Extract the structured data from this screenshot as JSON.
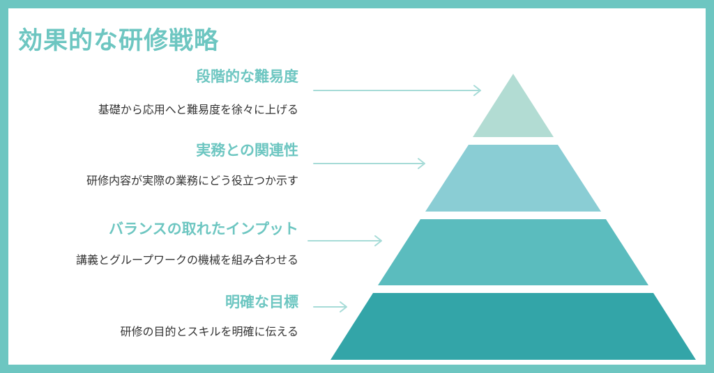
{
  "title": "効果的な研修戦略",
  "levels": [
    {
      "heading": "段階的な難易度",
      "description": "基礎から応用へと難易度を徐々に上げる",
      "color": "#b2dcd3"
    },
    {
      "heading": "実務との関連性",
      "description": "研修内容が実際の業務にどう役立つか示す",
      "color": "#8acdd4"
    },
    {
      "heading": "バランスの取れたインプット",
      "description": "講義とグループワークの機械を組み合わせる",
      "color": "#5bbcbe"
    },
    {
      "heading": "明確な目標",
      "description": "研修の目的とスキルを明確に伝える",
      "color": "#33a5a8"
    }
  ],
  "colors": {
    "frame": "#6dc6c1",
    "arrow": "#a6dbd7",
    "heading": "#6dc6c1"
  }
}
